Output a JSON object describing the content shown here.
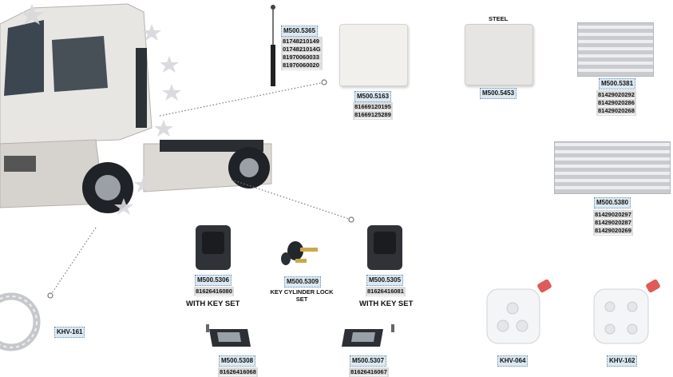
{
  "products": {
    "gas_spring": {
      "code": "M500.5365",
      "refs": [
        "81748210149",
        "0174821014G",
        "81970060033",
        "81970060020"
      ]
    },
    "mudflap_white": {
      "code": "M500.5163",
      "refs": [
        "81669120195",
        "81669125289"
      ]
    },
    "mudflap_steel": {
      "label": "STEEL",
      "code": "M500.5453"
    },
    "step_plate_small": {
      "code": "M500.5381",
      "refs": [
        "81429020292",
        "81429020286",
        "81429020268"
      ]
    },
    "step_plate_large": {
      "code": "M500.5380",
      "refs": [
        "81429020297",
        "81429020287",
        "81429020269"
      ]
    },
    "door_handle_left": {
      "code": "M500.5306",
      "refs": [
        "81626416080"
      ],
      "caption": "WITH KEY SET"
    },
    "key_cylinder": {
      "code": "M500.5309",
      "caption": "KEY CYLINDER LOCK SET"
    },
    "door_handle_right": {
      "code": "M500.5305",
      "refs": [
        "81626416081"
      ],
      "caption": "WITH KEY SET"
    },
    "inner_handle_left": {
      "code": "M500.5308",
      "refs": [
        "81626416068"
      ]
    },
    "inner_handle_right": {
      "code": "M500.5307",
      "refs": [
        "81626416067"
      ]
    },
    "hub_cover": {
      "code": "KHV-161"
    },
    "fuel_tank_left": {
      "code": "KHV-064"
    },
    "fuel_tank_right": {
      "code": "KHV-162"
    }
  },
  "colors": {
    "code_bg": "#dce9f2",
    "refs_bg": "#dcdcdc",
    "dotted_line": "#777777"
  }
}
